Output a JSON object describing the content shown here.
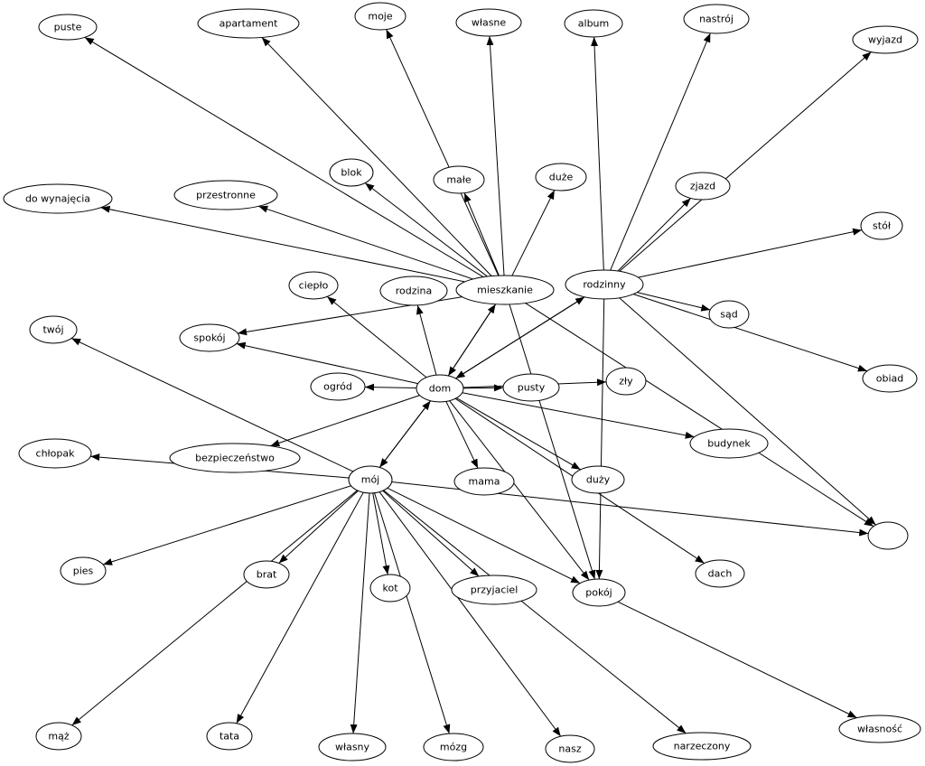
{
  "nodes": {
    "puste": "puste",
    "apartament": "apartament",
    "moje": "moje",
    "wlasne": "własne",
    "album": "album",
    "nastroj": "nastrój",
    "wyjazd": "wyjazd",
    "blok": "blok",
    "male": "małe",
    "duze": "duże",
    "zjazd": "zjazd",
    "do_wynajecia": "do wynajęcia",
    "przestronne": "przestronne",
    "stol": "stół",
    "cieplo": "ciepło",
    "rodzina": "rodzina",
    "mieszkanie": "mieszkanie",
    "rodzinny": "rodzinny",
    "sad": "sąd",
    "twoj": "twój",
    "spokoj": "spokój",
    "obiad": "obiad",
    "ogrod": "ogród",
    "dom": "dom",
    "pusty": "pusty",
    "zly": "zły",
    "budynek": "budynek",
    "chlopak": "chłopak",
    "bezpieczenstwo": "bezpieczeństwo",
    "moj": "mój",
    "mama": "mama",
    "duzy": "duży",
    "empty": "",
    "pies": "pies",
    "brat": "brat",
    "kot": "kot",
    "przyjaciel": "przyjaciel",
    "pokoj": "pokój",
    "dach": "dach",
    "maz": "mąż",
    "tata": "tata",
    "wlasny": "własny",
    "mozg": "mózg",
    "nasz": "nasz",
    "narzeczony": "narzeczony",
    "wlasnosc": "własność"
  },
  "edges": [
    [
      "mieszkanie",
      "puste"
    ],
    [
      "mieszkanie",
      "apartament"
    ],
    [
      "mieszkanie",
      "moje"
    ],
    [
      "mieszkanie",
      "wlasne"
    ],
    [
      "mieszkanie",
      "blok"
    ],
    [
      "mieszkanie",
      "male"
    ],
    [
      "mieszkanie",
      "duze"
    ],
    [
      "mieszkanie",
      "do_wynajecia"
    ],
    [
      "mieszkanie",
      "przestronne"
    ],
    [
      "mieszkanie",
      "spokoj"
    ],
    [
      "mieszkanie",
      "dom"
    ],
    [
      "mieszkanie",
      "pokoj"
    ],
    [
      "mieszkanie",
      "empty"
    ],
    [
      "rodzinny",
      "album"
    ],
    [
      "rodzinny",
      "nastroj"
    ],
    [
      "rodzinny",
      "wyjazd"
    ],
    [
      "rodzinny",
      "zjazd"
    ],
    [
      "rodzinny",
      "stol"
    ],
    [
      "rodzinny",
      "sad"
    ],
    [
      "rodzinny",
      "obiad"
    ],
    [
      "rodzinny",
      "dom"
    ],
    [
      "rodzinny",
      "pokoj"
    ],
    [
      "rodzinny",
      "empty"
    ],
    [
      "dom",
      "cieplo"
    ],
    [
      "dom",
      "rodzina"
    ],
    [
      "dom",
      "mieszkanie"
    ],
    [
      "dom",
      "rodzinny"
    ],
    [
      "dom",
      "spokoj"
    ],
    [
      "dom",
      "ogrod"
    ],
    [
      "dom",
      "pusty"
    ],
    [
      "dom",
      "zly"
    ],
    [
      "dom",
      "budynek"
    ],
    [
      "dom",
      "bezpieczenstwo"
    ],
    [
      "dom",
      "moj"
    ],
    [
      "dom",
      "mama"
    ],
    [
      "dom",
      "duzy"
    ],
    [
      "dom",
      "pokoj"
    ],
    [
      "dom",
      "dach"
    ],
    [
      "moj",
      "twoj"
    ],
    [
      "moj",
      "chlopak"
    ],
    [
      "moj",
      "dom"
    ],
    [
      "moj",
      "pies"
    ],
    [
      "moj",
      "brat"
    ],
    [
      "moj",
      "kot"
    ],
    [
      "moj",
      "przyjaciel"
    ],
    [
      "moj",
      "pokoj"
    ],
    [
      "moj",
      "empty"
    ],
    [
      "moj",
      "maz"
    ],
    [
      "moj",
      "tata"
    ],
    [
      "moj",
      "wlasny"
    ],
    [
      "moj",
      "mozg"
    ],
    [
      "moj",
      "nasz"
    ],
    [
      "moj",
      "narzeczony"
    ],
    [
      "pokoj",
      "wlasnosc"
    ]
  ]
}
